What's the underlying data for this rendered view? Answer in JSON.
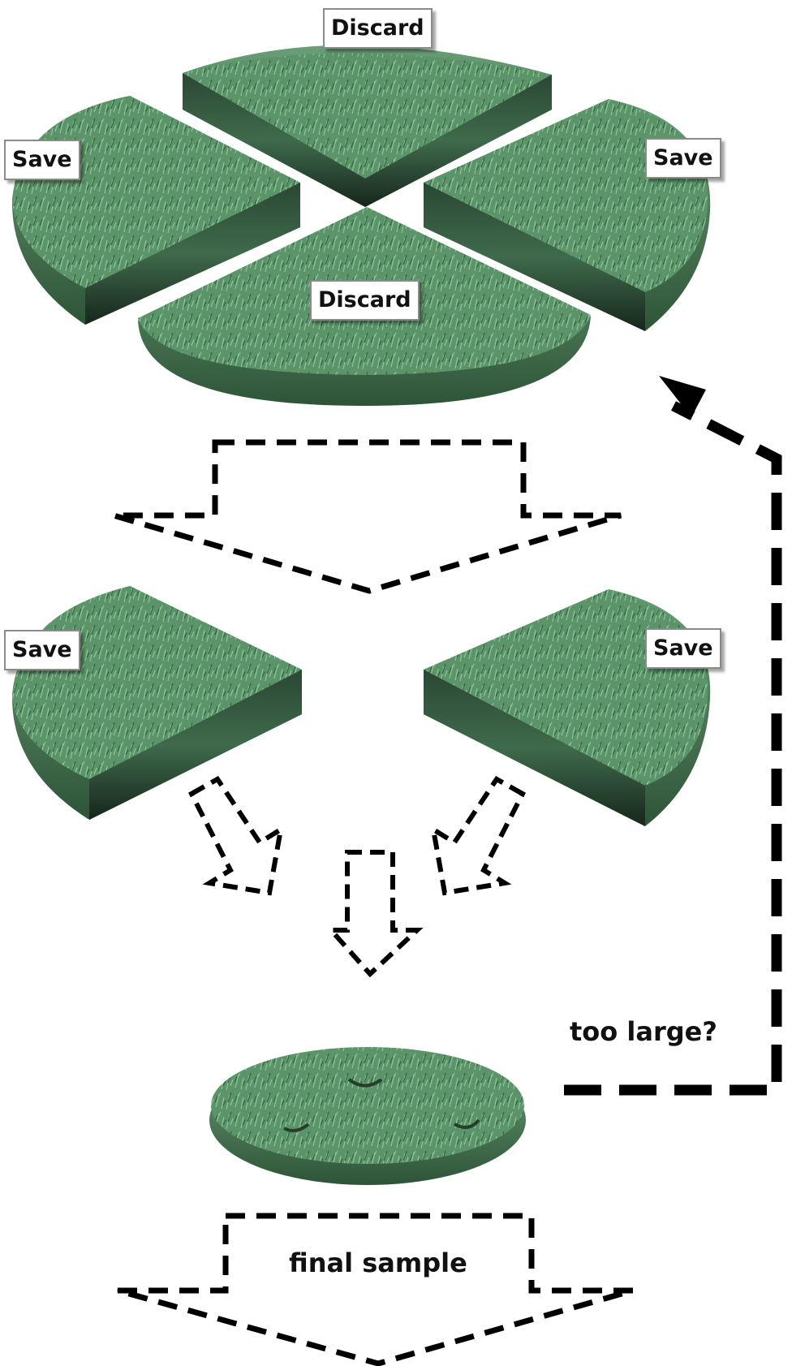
{
  "labels": {
    "top_discard": "Discard",
    "top_left_save": "Save",
    "top_right_save": "Save",
    "bottom_discard": "Discard",
    "mid_left_save": "Save",
    "mid_right_save": "Save",
    "too_large": "too large?",
    "final_sample": "final sample"
  },
  "colors": {
    "grass_light": "#6fa57a",
    "grass_mid": "#4f8a5c",
    "grass_dark": "#2f5a3a",
    "cut_edge": "#1f3326",
    "arrow": "#000000"
  }
}
